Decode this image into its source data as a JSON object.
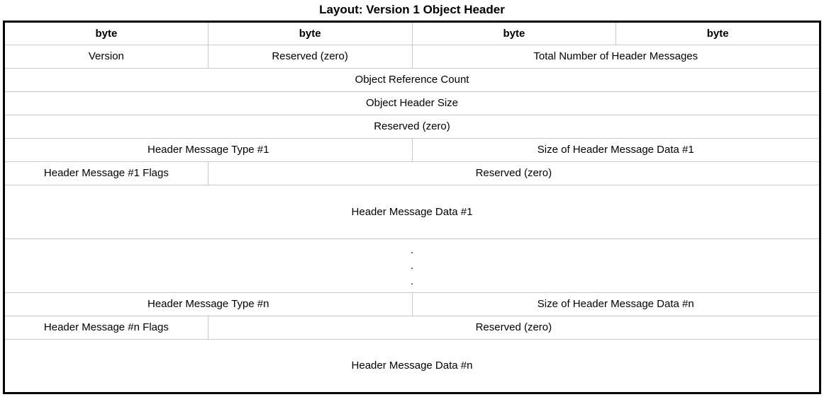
{
  "title": "Layout: Version 1 Object Header",
  "header_row": [
    "byte",
    "byte",
    "byte",
    "byte"
  ],
  "rows": {
    "version": "Version",
    "reserved_1": "Reserved (zero)",
    "total_messages": "Total Number of Header Messages",
    "ref_count": "Object Reference Count",
    "header_size": "Object Header Size",
    "reserved_2": "Reserved (zero)",
    "msg1_type": "Header Message Type #1",
    "msg1_size": "Size of Header Message Data #1",
    "msg1_flags": "Header Message #1 Flags",
    "msg1_reserved": "Reserved (zero)",
    "msg1_data": "Header Message Data #1",
    "ellipsis": [
      ".",
      ".",
      "."
    ],
    "msgn_type": "Header Message Type #n",
    "msgn_size": "Size of Header Message Data #n",
    "msgn_flags": "Header Message #n Flags",
    "msgn_reserved": "Reserved (zero)",
    "msgn_data": "Header Message Data #n"
  }
}
